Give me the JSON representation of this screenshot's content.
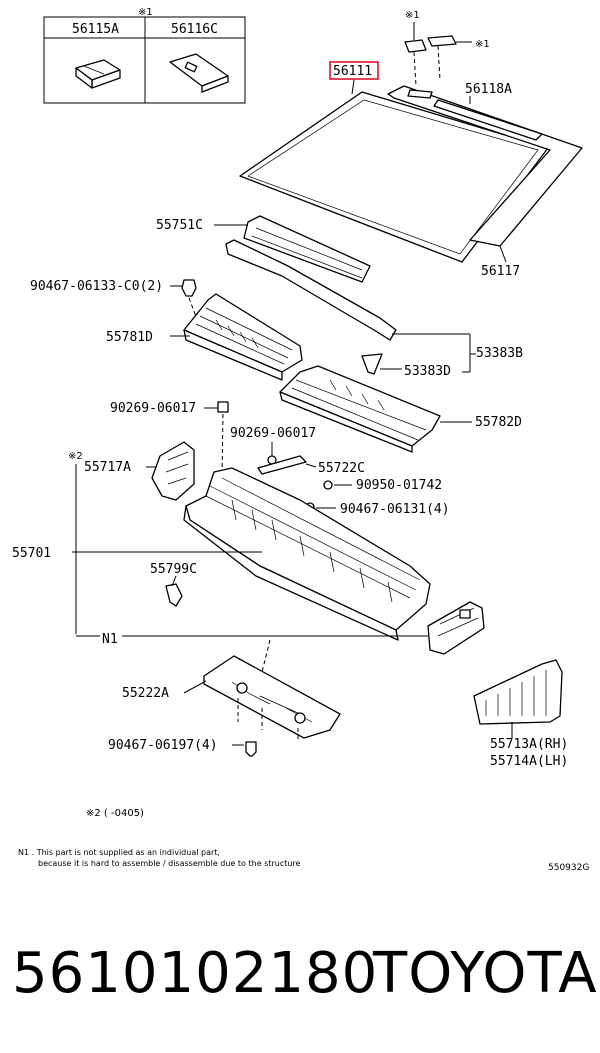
{
  "inset": {
    "marker": "※1",
    "left_label": "56115A",
    "right_label": "56116C"
  },
  "callouts": {
    "p56111": "56111",
    "p56118A": "56118A",
    "p56117": "56117",
    "p55751C": "55751C",
    "p53383B": "53383B",
    "p53383D": "53383D",
    "p55781D": "55781D",
    "p55782D": "55782D",
    "p90467_06133": "90467-06133-C0(2)",
    "p90269_a": "90269-06017",
    "p90269_b": "90269-06017",
    "p55717A": "55717A",
    "p55717A_marker": "※2",
    "p55722C": "55722C",
    "p90950": "90950-01742",
    "p90467_06131": "90467-06131(4)",
    "p55701": "55701",
    "p55799C": "55799C",
    "p_n1": "N1",
    "p55222A": "55222A",
    "p90467_06197": "90467-06197(4)",
    "p55713A": "55713A(RH)",
    "p55714A": "55714A(LH)",
    "mark1_top": "※1",
    "mark1_side": "※1"
  },
  "footnotes": {
    "mark2": "※2 (     -0405)",
    "n1_line1": "N1 .  This part is not supplied as an individual part,",
    "n1_line2": "because it is hard to assemble / disassemble due to the structure",
    "figure_code": "550932G"
  },
  "caption": {
    "part_number": "5610102180",
    "brand": "TOYOTA"
  },
  "colors": {
    "highlight": "#e0142c",
    "line": "#000000"
  }
}
